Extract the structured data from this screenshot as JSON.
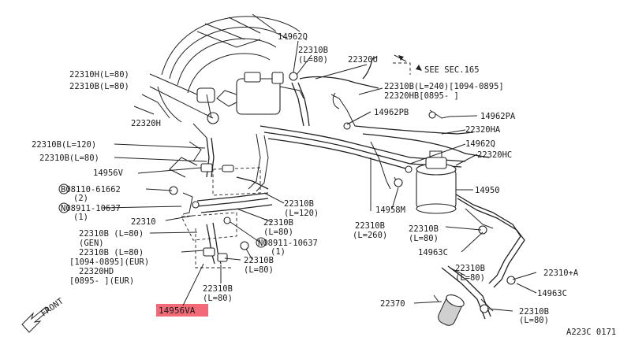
{
  "diagram": {
    "labels": [
      {
        "id": "l1",
        "text": "14962Q"
      },
      {
        "id": "l2",
        "text": "22310B"
      },
      {
        "id": "l3",
        "text": "(L=80)"
      },
      {
        "id": "l4",
        "text": "22320U"
      },
      {
        "id": "l5",
        "text": "SEE SEC.165"
      },
      {
        "id": "l6",
        "text": "22310H(L=80)"
      },
      {
        "id": "l7",
        "text": "22310B(L=80)"
      },
      {
        "id": "l8",
        "text": "22310B(L=240)[1094-0895]"
      },
      {
        "id": "l9",
        "text": "22320HB[0895-    ]"
      },
      {
        "id": "l10",
        "text": "14962PB"
      },
      {
        "id": "l11",
        "text": "14962PA"
      },
      {
        "id": "l12",
        "text": "22320H"
      },
      {
        "id": "l13",
        "text": "22320HA"
      },
      {
        "id": "l14",
        "text": "22310B(L=120)"
      },
      {
        "id": "l15",
        "text": "14962Q"
      },
      {
        "id": "l16",
        "text": "22310B(L=80)"
      },
      {
        "id": "l17",
        "text": "22320HC"
      },
      {
        "id": "l18",
        "text": "14956V"
      },
      {
        "id": "l19",
        "text": "B08110-61662"
      },
      {
        "id": "l20",
        "text": "(2)"
      },
      {
        "id": "l21",
        "text": "14950"
      },
      {
        "id": "l22",
        "text": "N08911-10637"
      },
      {
        "id": "l23",
        "text": "(1)"
      },
      {
        "id": "l24",
        "text": "22310B"
      },
      {
        "id": "l25",
        "text": "(L=120)"
      },
      {
        "id": "l26",
        "text": "14958M"
      },
      {
        "id": "l27",
        "text": "22310"
      },
      {
        "id": "l28",
        "text": "22310B"
      },
      {
        "id": "l29",
        "text": "(L=80)"
      },
      {
        "id": "l30",
        "text": "22310B"
      },
      {
        "id": "l31",
        "text": "(L=260)"
      },
      {
        "id": "l32",
        "text": "22310B"
      },
      {
        "id": "l33",
        "text": "(L=80)"
      },
      {
        "id": "l34",
        "text": "22310B (L=80)"
      },
      {
        "id": "l35",
        "text": "(GEN)"
      },
      {
        "id": "l36",
        "text": "N08911-10637"
      },
      {
        "id": "l37",
        "text": "(1)"
      },
      {
        "id": "l38",
        "text": "22310B (L=80)"
      },
      {
        "id": "l39",
        "text": "[1094-0895](EUR)"
      },
      {
        "id": "l40",
        "text": "22310B"
      },
      {
        "id": "l41",
        "text": "(L=80)"
      },
      {
        "id": "l42",
        "text": "14963C"
      },
      {
        "id": "l43",
        "text": "22320HD"
      },
      {
        "id": "l44",
        "text": "[0895-      ](EUR)"
      },
      {
        "id": "l45",
        "text": "22310B"
      },
      {
        "id": "l46",
        "text": "(L=80)"
      },
      {
        "id": "l47",
        "text": "22310+A"
      },
      {
        "id": "l48",
        "text": "22310B"
      },
      {
        "id": "l49",
        "text": "(L=80)"
      },
      {
        "id": "l50",
        "text": "14963C"
      },
      {
        "id": "l51",
        "text": "22370"
      },
      {
        "id": "l52",
        "text": "FRONT"
      },
      {
        "id": "l53",
        "text": "14956VA"
      },
      {
        "id": "l54",
        "text": "22310B"
      },
      {
        "id": "l55",
        "text": "(L=80)"
      },
      {
        "id": "l56",
        "text": "A223C 0171"
      }
    ],
    "highlight_color": "#f0505f"
  }
}
